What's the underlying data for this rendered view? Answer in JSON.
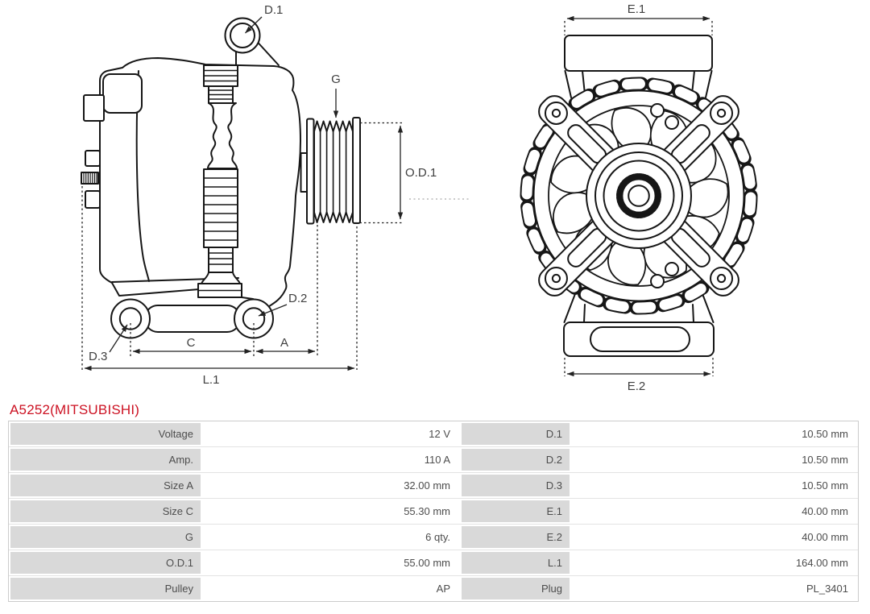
{
  "title": "A5252(MITSUBISHI)",
  "colors": {
    "accent_red": "#cc1122",
    "label_bg": "#d9d9d9",
    "line": "#161616"
  },
  "diagram": {
    "side_view": {
      "labels": {
        "d1": "D.1",
        "g": "G",
        "od1": "O.D.1",
        "d2": "D.2",
        "d3": "D.3",
        "c": "C",
        "a": "A",
        "l1": "L.1"
      }
    },
    "front_view": {
      "labels": {
        "e1": "E.1",
        "e2": "E.2"
      }
    }
  },
  "table": {
    "rows": [
      {
        "label_left": "Voltage",
        "value_left": "12 V",
        "label_right": "D.1",
        "value_right": "10.50 mm"
      },
      {
        "label_left": "Amp.",
        "value_left": "110 A",
        "label_right": "D.2",
        "value_right": "10.50 mm"
      },
      {
        "label_left": "Size A",
        "value_left": "32.00 mm",
        "label_right": "D.3",
        "value_right": "10.50 mm"
      },
      {
        "label_left": "Size C",
        "value_left": "55.30 mm",
        "label_right": "E.1",
        "value_right": "40.00 mm"
      },
      {
        "label_left": "G",
        "value_left": "6 qty.",
        "label_right": "E.2",
        "value_right": "40.00 mm"
      },
      {
        "label_left": "O.D.1",
        "value_left": "55.00 mm",
        "label_right": "L.1",
        "value_right": "164.00 mm"
      },
      {
        "label_left": "Pulley",
        "value_left": "AP",
        "label_right": "Plug",
        "value_right": "PL_3401"
      }
    ]
  }
}
